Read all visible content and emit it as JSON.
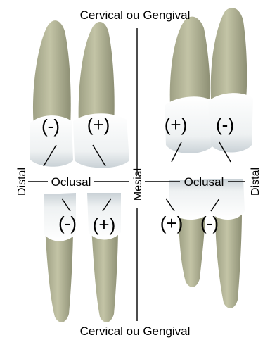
{
  "diagram": {
    "top_label": "Cervical ou Gengival",
    "bottom_label": "Cervical ou Gengival",
    "center_axis_label": "Mesial",
    "left_edge_label": "Distal",
    "right_edge_label": "Distal",
    "left_plane_label": "Oclusal",
    "right_plane_label": "Oclusal",
    "signs": {
      "upper_left_distal": "(-)",
      "upper_left_mesial": "(+)",
      "upper_right_mesial": "(+)",
      "upper_right_distal": "(-)",
      "lower_left_distal": "(-)",
      "lower_left_mesial": "(+)",
      "lower_right_mesial": "(+)",
      "lower_right_distal": "(-)"
    },
    "colors": {
      "root": "#b7b898",
      "root_shadow": "#8f9176",
      "crown": "#f3f5f4",
      "crown_shadow": "#cfd6da",
      "line": "#000000"
    }
  }
}
